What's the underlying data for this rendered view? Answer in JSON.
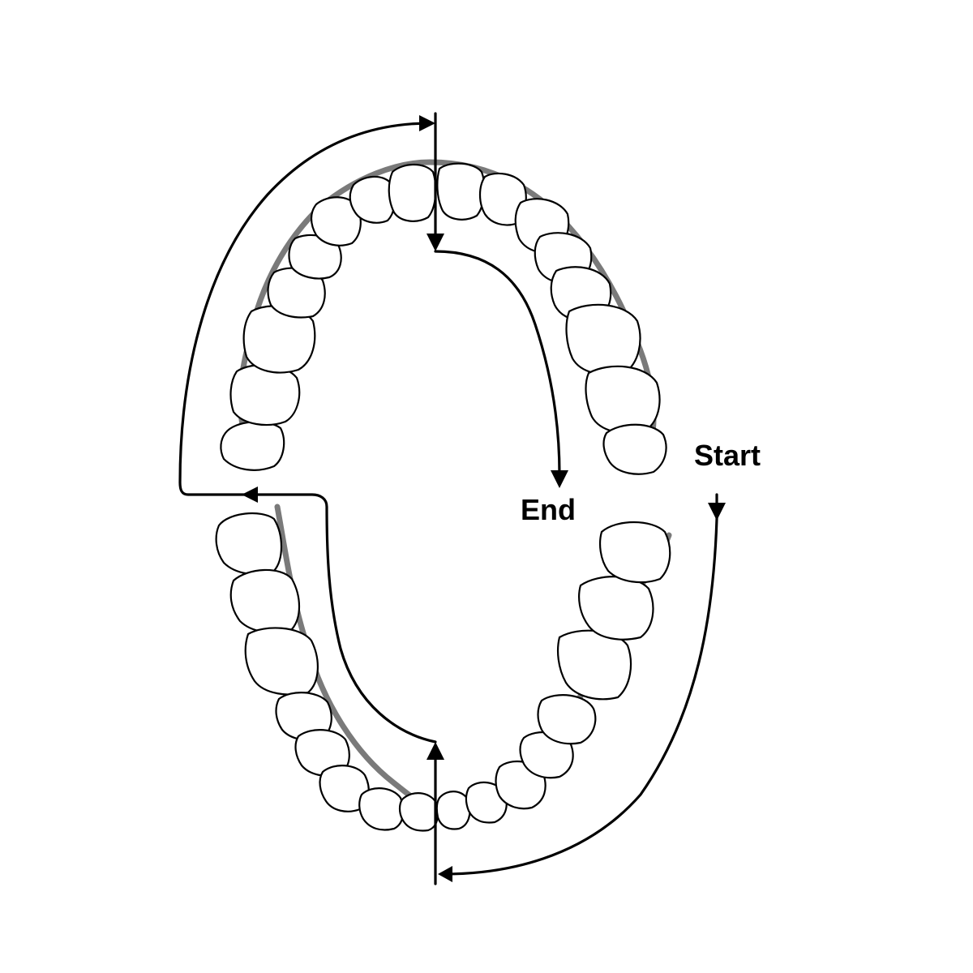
{
  "labels": {
    "start": "Start",
    "end": "End"
  },
  "colors": {
    "background": "#ffffff",
    "tooth_outline": "#000000",
    "gumline": "#7a7a7a",
    "path_arrows": "#000000"
  },
  "arches": {
    "upper": {
      "tooth_count": 16
    },
    "lower": {
      "tooth_count": 16
    }
  }
}
